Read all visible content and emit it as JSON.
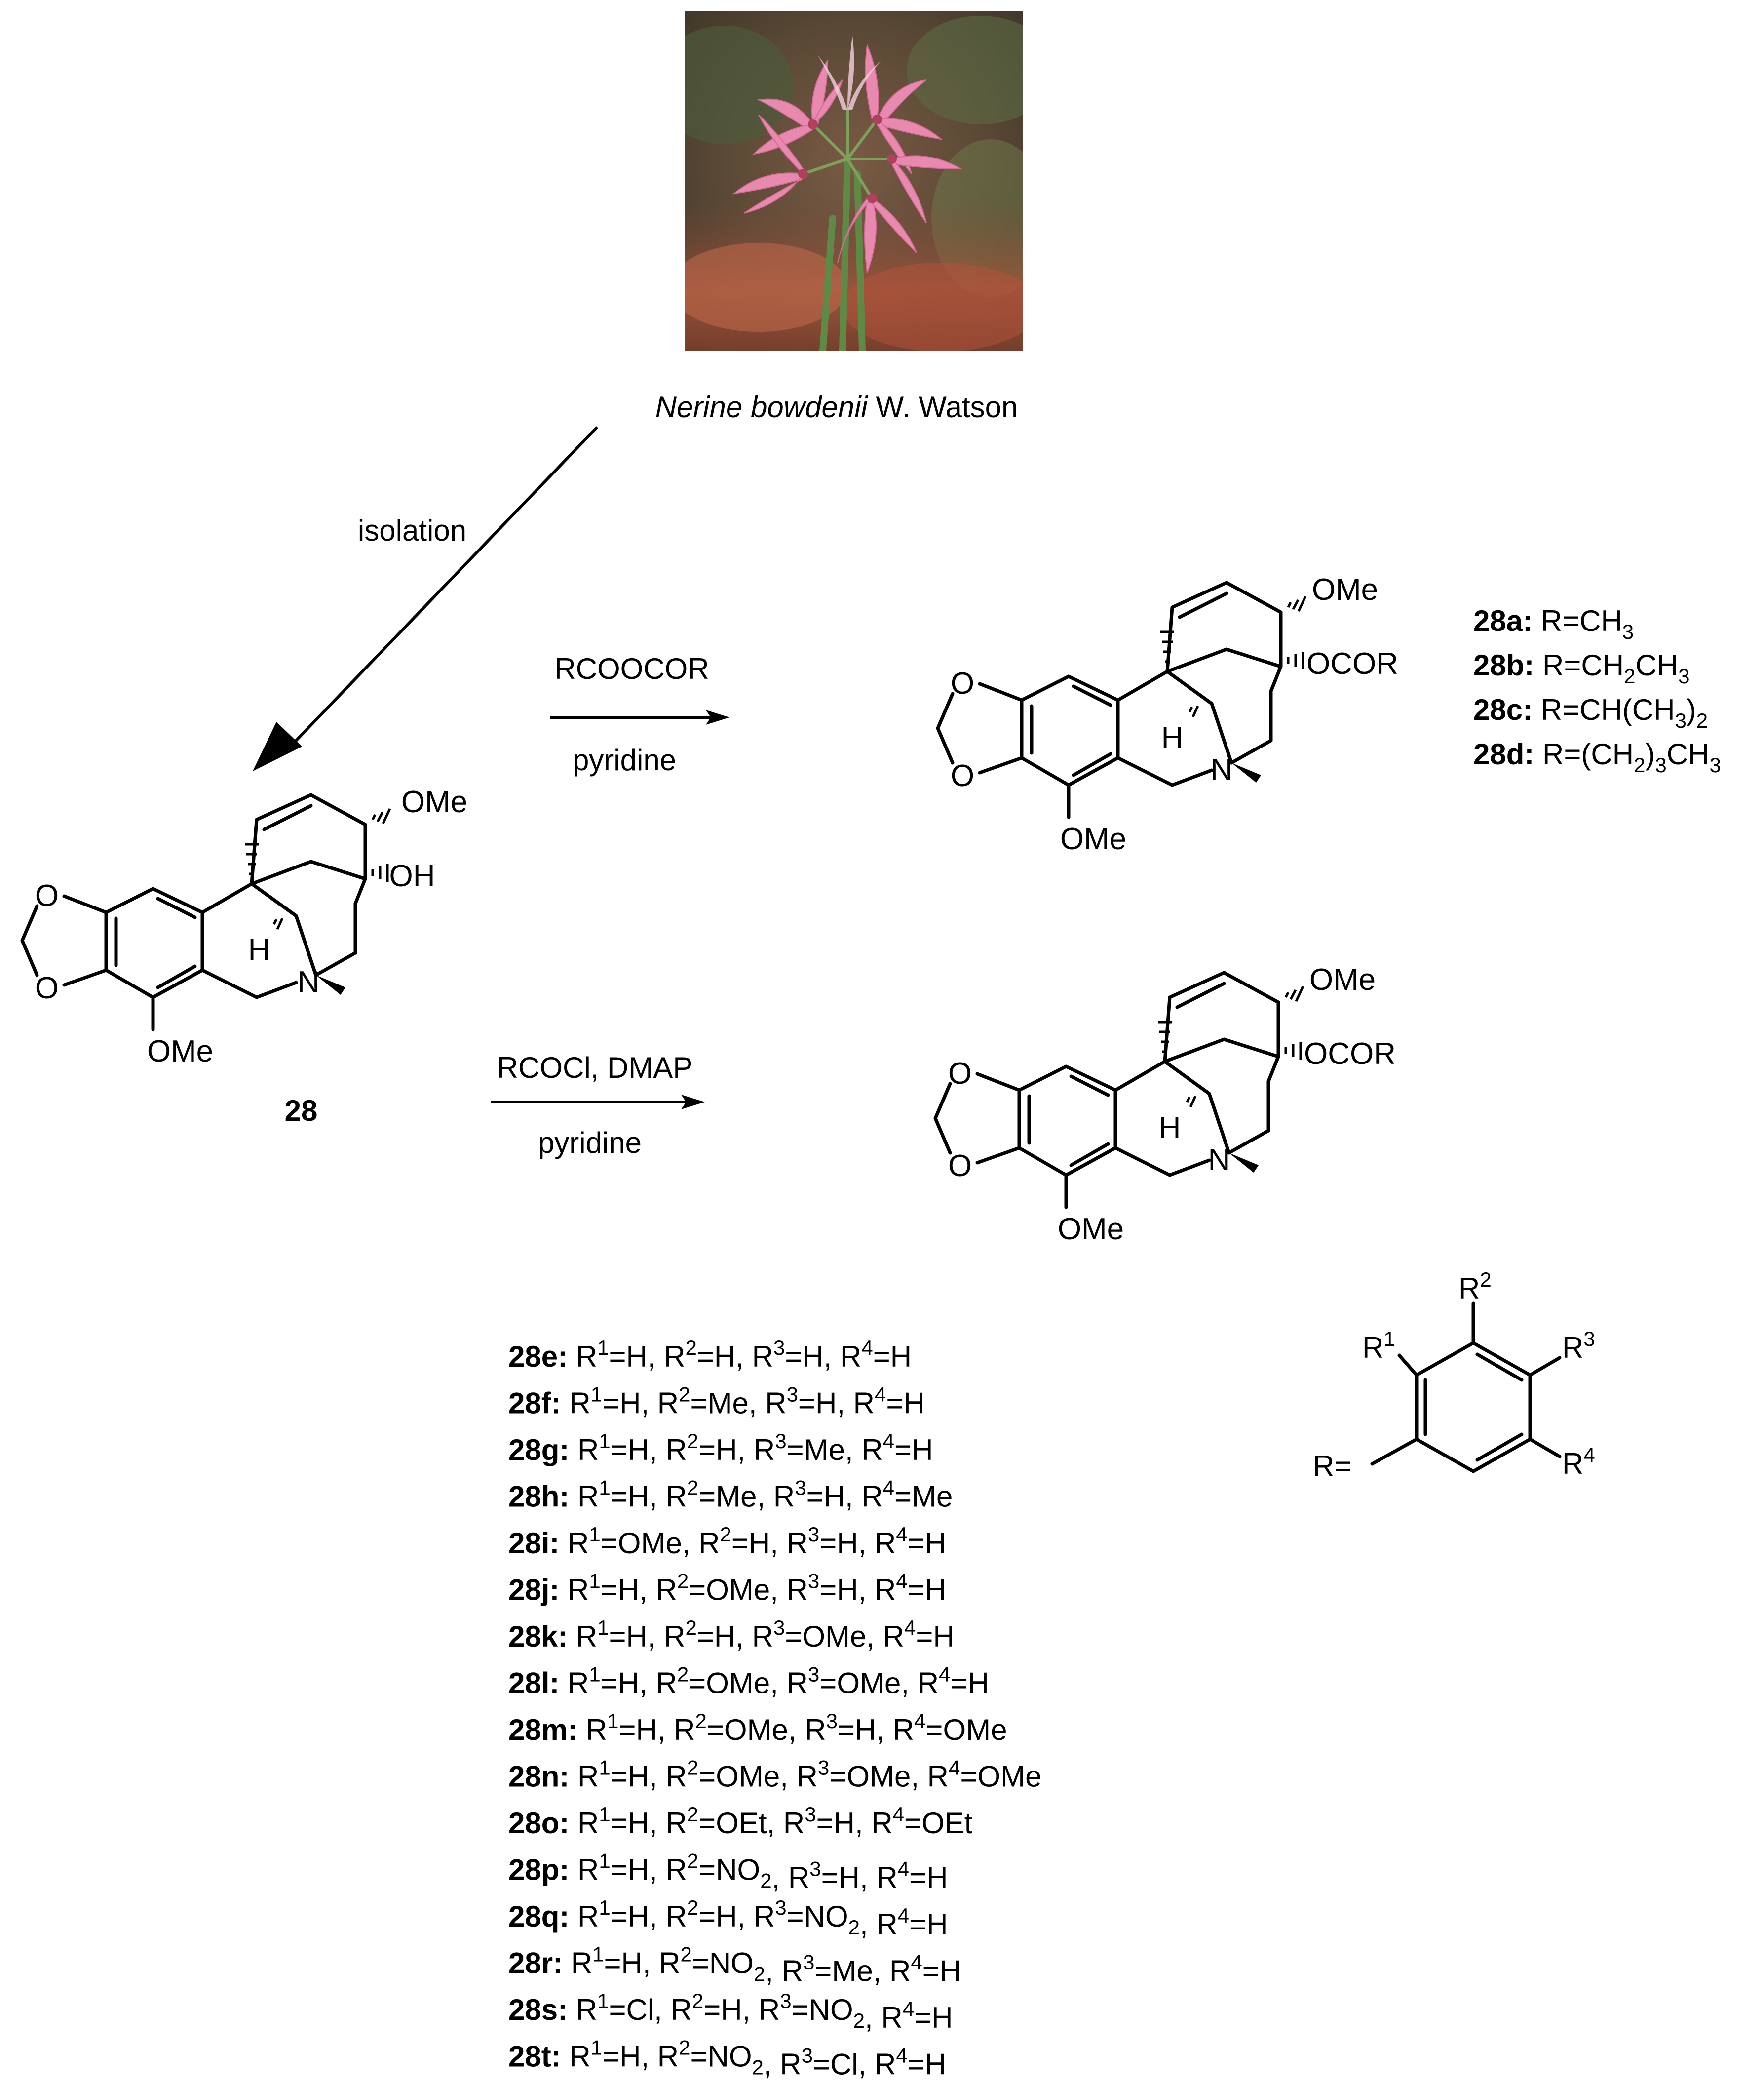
{
  "plant": {
    "species": "Nerine bowdenii",
    "author": "W. Watson",
    "photo_icon": "flower-photo"
  },
  "steps": {
    "isolation": "isolation",
    "anhydride_reagent": "RCOOCOR",
    "anhydride_solvent": "pyridine",
    "acyl_reagent": "RCOCl, DMAP",
    "acyl_solvent": "pyridine"
  },
  "parent": {
    "id": "28",
    "atoms": {
      "o_top": "O",
      "o_bottom": "O",
      "ome": "OMe",
      "ome_top": "OMe",
      "oh": "OH",
      "h": "H",
      "n": "N"
    }
  },
  "product_top": {
    "atoms": {
      "o_top": "O",
      "o_bottom": "O",
      "ome": "OMe",
      "ome_top": "OMe",
      "ester": "OCOR",
      "h": "H",
      "n": "N"
    }
  },
  "product_bottom": {
    "atoms": {
      "o_top": "O",
      "o_bottom": "O",
      "ome": "OMe",
      "ome_top": "OMe",
      "ester": "OCOR",
      "h": "H",
      "n": "N"
    }
  },
  "aliphatic_series": [
    {
      "id": "28a:",
      "r": "R=CH",
      "sub": "3",
      "tail": "",
      "sub2": "",
      "tail2": ""
    },
    {
      "id": "28b:",
      "r": "R=CH",
      "sub": "2",
      "tail": "CH",
      "sub2": "3",
      "tail2": ""
    },
    {
      "id": "28c:",
      "r": "R=CH(CH",
      "sub": "3",
      "tail": ")",
      "sub2": "2",
      "tail2": ""
    },
    {
      "id": "28d:",
      "r": "R=(CH",
      "sub": "2",
      "tail": ")",
      "sub2": "3",
      "tail2": "CH3"
    }
  ],
  "aryl_group": {
    "prefix": "R=",
    "r1": "R",
    "r1_sup": "1",
    "r2": "R",
    "r2_sup": "2",
    "r3": "R",
    "r3_sup": "3",
    "r4": "R",
    "r4_sup": "4"
  },
  "aryl_series": [
    {
      "id": "28e:",
      "r1": "H",
      "r2": "H",
      "r3": "H",
      "r4": "H"
    },
    {
      "id": "28f:",
      "r1": "H",
      "r2": "Me",
      "r3": "H",
      "r4": "H"
    },
    {
      "id": "28g:",
      "r1": "H",
      "r2": "H",
      "r3": "Me",
      "r4": "H"
    },
    {
      "id": "28h:",
      "r1": "H",
      "r2": "Me",
      "r3": "H",
      "r4": "Me"
    },
    {
      "id": "28i:",
      "r1": "OMe",
      "r2": "H",
      "r3": "H",
      "r4": "H"
    },
    {
      "id": "28j:",
      "r1": "H",
      "r2": "OMe",
      "r3": "H",
      "r4": "H"
    },
    {
      "id": "28k:",
      "r1": "H",
      "r2": "H",
      "r3": "OMe",
      "r4": "H"
    },
    {
      "id": "28l:",
      "r1": "H",
      "r2": "OMe",
      "r3": "OMe",
      "r4": "H"
    },
    {
      "id": "28m:",
      "r1": "H",
      "r2": "OMe",
      "r3": "H",
      "r4": "OMe"
    },
    {
      "id": "28n:",
      "r1": "H",
      "r2": "OMe",
      "r3": "OMe",
      "r4": "OMe"
    },
    {
      "id": "28o:",
      "r1": "H",
      "r2": "OEt",
      "r3": "H",
      "r4": "OEt"
    },
    {
      "id": "28p:",
      "r1": "H",
      "r2": "NO2",
      "r3": "H",
      "r4": "H"
    },
    {
      "id": "28q:",
      "r1": "H",
      "r2": "H",
      "r3": "NO2",
      "r4": "H"
    },
    {
      "id": "28r:",
      "r1": "H",
      "r2": "NO2",
      "r3": "Me",
      "r4": "H"
    },
    {
      "id": "28s:",
      "r1": "Cl",
      "r2": "H",
      "r3": "NO2",
      "r4": "H"
    },
    {
      "id": "28t:",
      "r1": "H",
      "r2": "NO2",
      "r3": "Cl",
      "r4": "H"
    }
  ]
}
